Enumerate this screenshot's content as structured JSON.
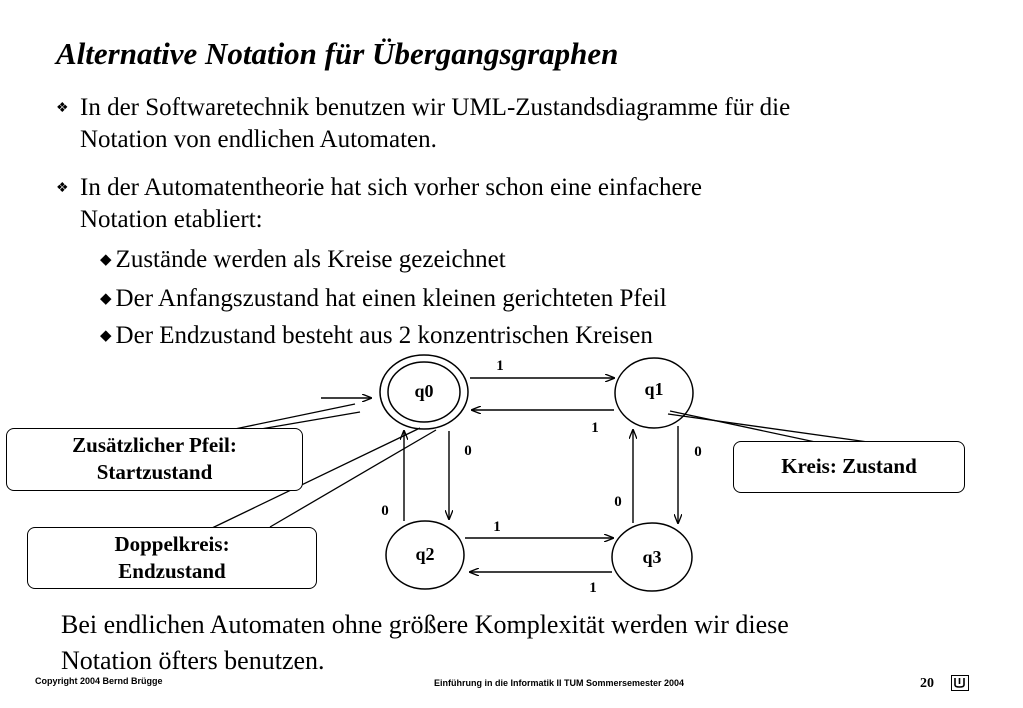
{
  "title": "Alternative Notation für Übergangsgraphen",
  "bullets": [
    {
      "line1": "In der Softwaretechnik benutzen wir UML-Zustandsdiagramme für die",
      "line2": "Notation von endlichen Automaten."
    },
    {
      "line1": "In der Automatentheorie hat sich vorher schon eine einfachere",
      "line2": "Notation etabliert:"
    }
  ],
  "sub_bullets": [
    "Zustände werden als Kreise gezeichnet",
    "Der Anfangszustand hat einen kleinen gerichteten Pfeil",
    "Der Endzustand besteht aus 2 konzentrischen Kreisen"
  ],
  "states": {
    "q0": "q0",
    "q1": "q1",
    "q2": "q2",
    "q3": "q3"
  },
  "transitions": {
    "q0_q1": "1",
    "q1_q0": "1",
    "q2_q3": "1",
    "q3_q2": "1",
    "q0_q2": "0",
    "q2_q0": "0",
    "q1_q3": "0",
    "q3_q1": "0"
  },
  "callouts": {
    "start": {
      "line1": "Zusätzlicher Pfeil:",
      "line2": "Startzustand"
    },
    "final": {
      "line1": "Doppelkreis:",
      "line2": "Endzustand"
    },
    "state": {
      "line1": "Kreis: Zustand"
    }
  },
  "closing": {
    "line1": "Bei endlichen Automaten ohne größere Komplexität werden wir diese",
    "line2": "Notation öfters benutzen."
  },
  "footer": {
    "copyright": "Copyright  2004  Bernd Brügge",
    "course": "Einführung in die Informatik II  TUM Sommersemester 2004",
    "page": "20"
  }
}
